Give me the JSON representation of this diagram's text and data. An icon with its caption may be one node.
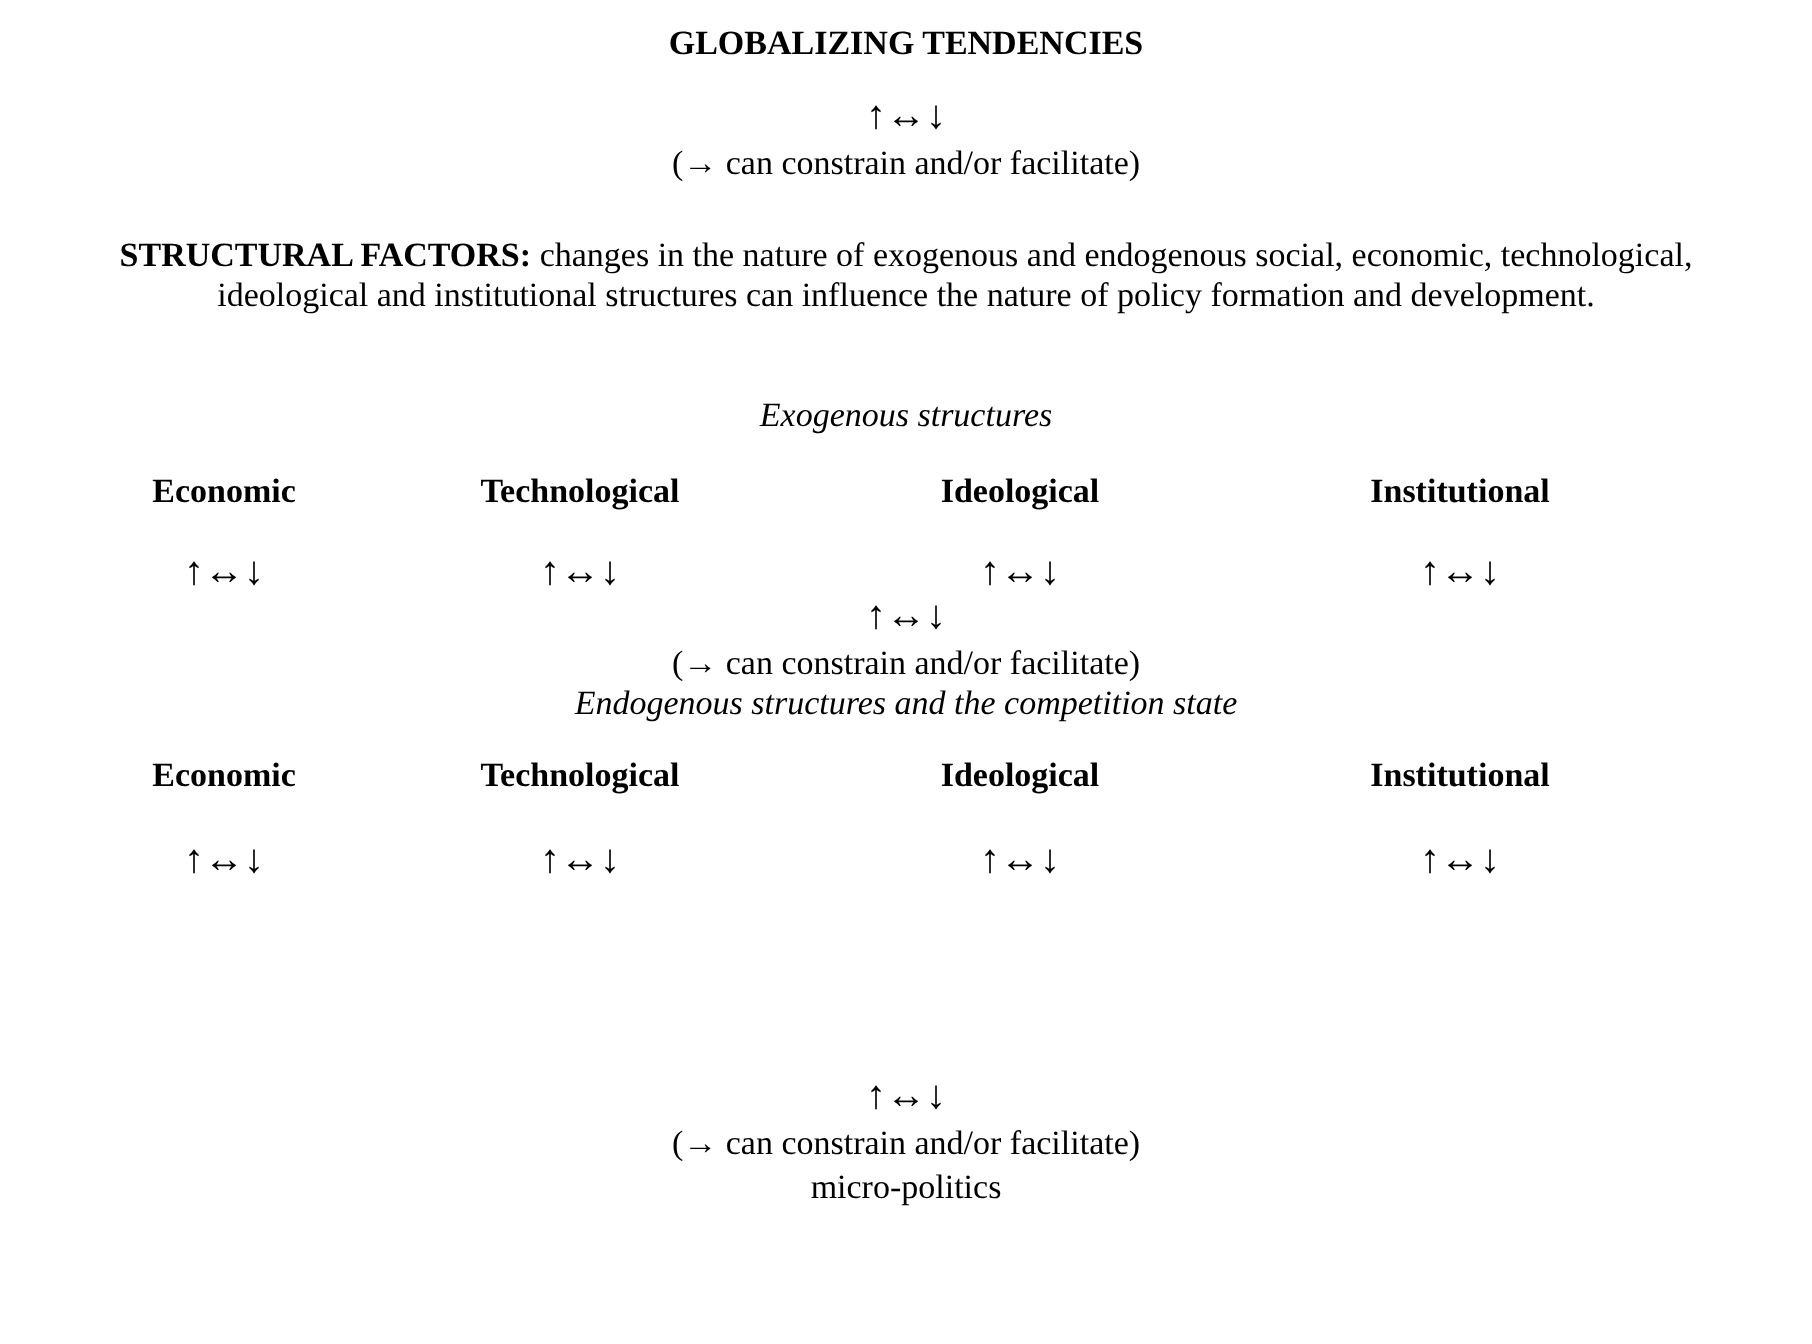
{
  "diagram": {
    "labels": [
      "GLOBALIZING TENDENCIES",
      "↑↔↓",
      "(→ can constrain and/or facilitate)",
      "**STRUCTURAL FACTORS:** changes in the nature of exogenous and endogenous social, economic, technological, ideological and institutional structures can influence the nature of policy formation and development.",
      "Exogenous structures",
      "Economic",
      "Technological",
      "Ideological",
      "Institutional",
      "↑↔↓",
      "↑↔↓",
      "↑↔↓",
      "↑↔↓",
      "↑↔↓",
      "(→ can constrain and/or facilitate)",
      "Endogenous structures and the competition state",
      "Economic",
      "Technological",
      "Ideological",
      "Institutional",
      "↑↔↓",
      "↑↔↓",
      "↑↔↓",
      "↑↔↓",
      "↑↔↓",
      "(→ can constrain and/or facilitate)",
      "micro-politics"
    ]
  }
}
